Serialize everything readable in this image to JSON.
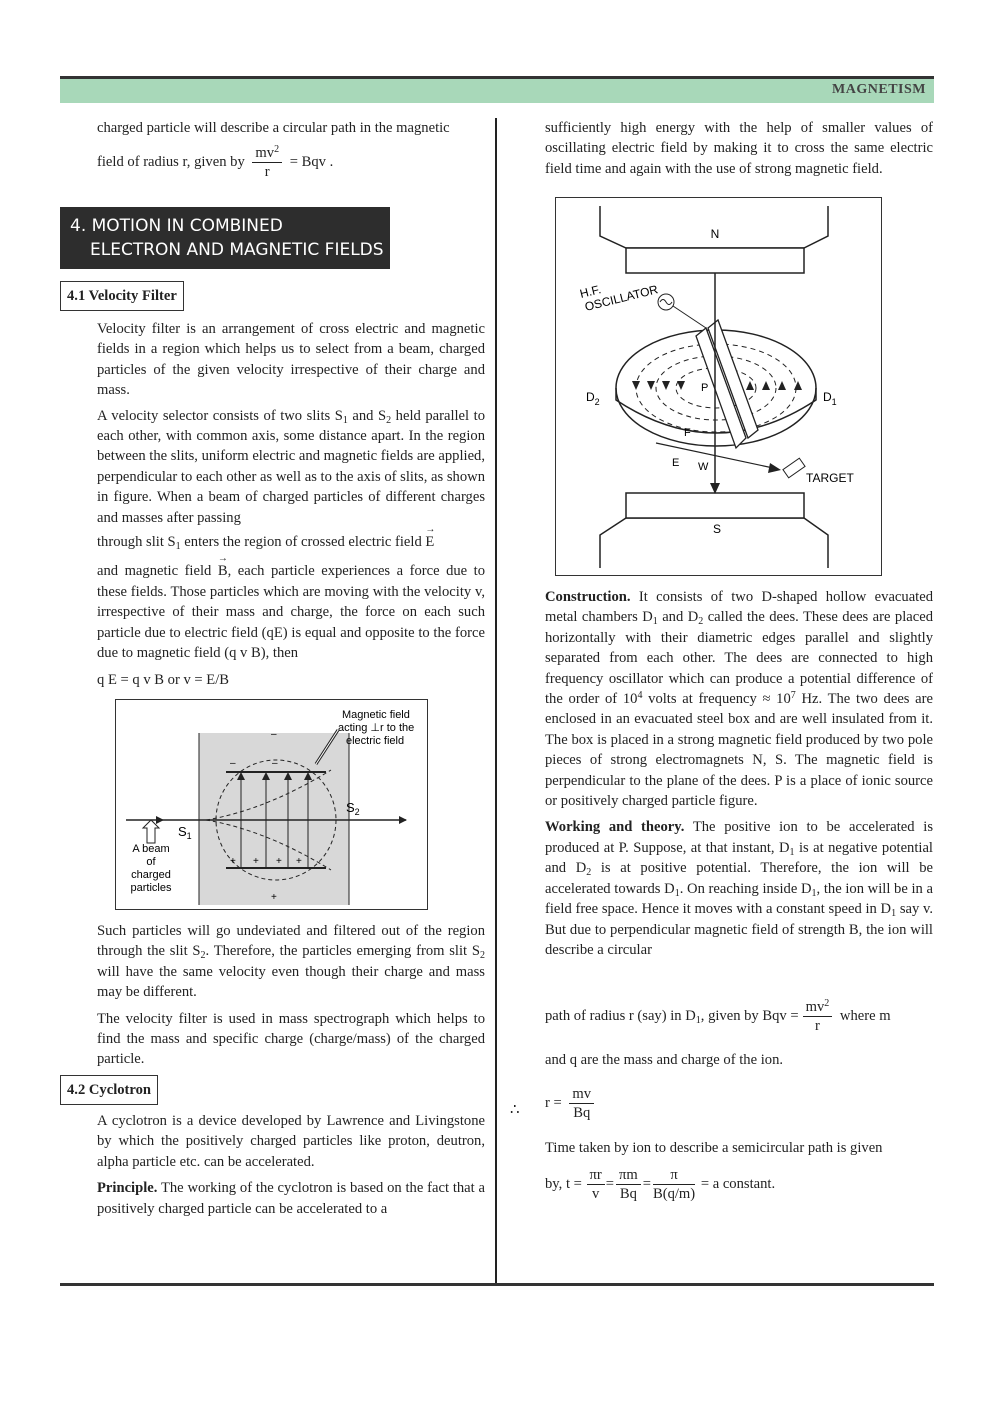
{
  "header": {
    "title": "MAGNETISM"
  },
  "left": {
    "p0": "charged particle will describe a circular path in the magnetic",
    "p0b_pre": "field of radius r, given by",
    "p0b_num": "mv",
    "p0b_den": "r",
    "p0b_post": "= Bqv .",
    "section_line1": "4. MOTION IN COMBINED",
    "section_line2": "ELECTRON AND MAGNETIC FIELDS",
    "sub1": "4.1  Velocity Filter",
    "p1": "Velocity filter is an arrangement of cross electric and magnetic fields in a region which helps us to select from a beam, charged particles of the given velocity irrespective of their charge and mass.",
    "p2a": "A velocity selector consists of two slits S",
    "p2b": " and S",
    "p2c": " held parallel to each other, with common axis, some distance apart. In the region between the slits, uniform electric and magnetic fields are applied, perpendicular to each other as well as to the axis of slits, as shown in figure. When a beam of charged particles of different charges and masses after passing",
    "p2d": "through slit S",
    "p2e": " enters the region of crossed electric field",
    "p3a": "and magnetic field",
    "p3b": ", each particle experiences a force due to these fields. Those particles which are moving with the velocity v, irrespective of their mass and charge, the force on each such particle due to electric field (qE) is equal and opposite to the force due to magnetic field (q v B), then",
    "p4": "q E = q v B  or  v = E/B",
    "p5a": "Such particles will go undeviated and filtered out of the region through the slit S",
    "p5b": ". Therefore, the particles emerging from slit S",
    "p5c": " will have the same velocity even though their charge and mass may be different.",
    "p6": "The velocity filter is used in mass spectrograph which helps to find the mass and specific charge (charge/mass) of the charged particle.",
    "sub2": "4.2 Cyclotron",
    "p7": "A cyclotron is a device developed by Lawrence and Livingstone by which the positively charged particles like proton, deutron, alpha particle etc. can be accelerated.",
    "p8_head": "Principle.",
    "p8": " The working of the cyclotron is based on the fact that a positively charged particle can be accelerated to a"
  },
  "right": {
    "p0": "sufficiently high energy with the help of smaller values of oscillating electric field by making it to cross the same electric field time and again with the use of strong magnetic field.",
    "c_head": "Construction.",
    "c1": " It consists of two D-shaped hollow evacuated metal chambers D",
    "c2": " and D",
    "c3": " called the dees. These dees are placed horizontally with their diametric edges parallel and slightly separated from each other. The dees are connected to high frequency oscillator which can produce a potential difference of the order of 10",
    "c4": " volts at frequency ≈ 10",
    "c5": " Hz. The two dees are enclosed in an evacuated steel box and are well insulated from it. The box is placed in a strong magnetic field produced by two pole pieces of strong electromagnets N, S. The magnetic field is perpendicular to the plane of the dees. P is a place of ionic source or positively charged particle figure.",
    "w_head": "Working and theory.",
    "w1": " The positive ion to be accelerated is produced at P. Suppose, at that instant, D",
    "w2": " is at negative potential and D",
    "w3": " is at positive potential. Therefore, the ion will be accelerated towards D",
    "w4": ". On reaching inside D",
    "w5": ", the ion will be in a field free space. Hence it moves with a constant speed in D",
    "w6": " say v. But due to perpendicular magnetic field of strength B, the ion will describe a circular",
    "r1a": "path of radius r (say) in D",
    "r1b": ", given by  Bqv =",
    "r1c": "where m",
    "r2": "and q are the mass and charge of the ion.",
    "therefore": "∴",
    "eq_r": "r =",
    "eq_num": "mv",
    "eq_den": "Bq",
    "t1": "Time taken by ion to describe a semicircular path is given",
    "t2": "by,  t =",
    "t_end": "= a constant."
  },
  "fig1": {
    "label_magnetic": "Magnetic field",
    "label_acting": "acting ⊥r to the",
    "label_electric": "electric field",
    "s1": "S",
    "s2": "S",
    "beam1": "A beam",
    "beam2": "of",
    "beam3": "charged",
    "beam4": "particles"
  },
  "fig2": {
    "n": "N",
    "s": "S",
    "hf1": "H.F.",
    "hf2": "OSCILLATOR",
    "d2": "D",
    "d1": "D",
    "p": "P",
    "f": "F",
    "e": "E",
    "w": "W",
    "target": "TARGET"
  }
}
